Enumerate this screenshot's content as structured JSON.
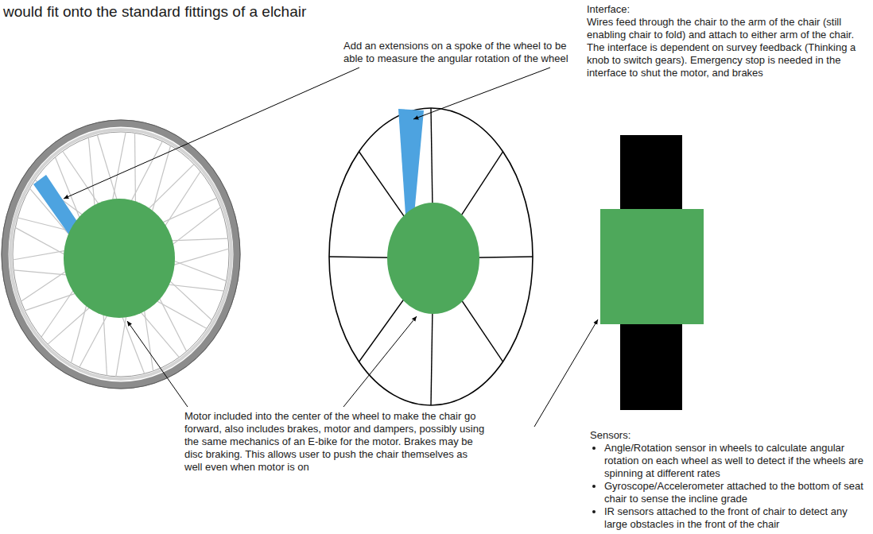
{
  "diagram": {
    "title": "would fit onto the standard fittings of a elchair",
    "labels": [
      "Add an extensions on a spoke of the wheel to be able to measure the angular rotation of the wheel",
      "Motor included into the center of the wheel to make the chair go forward, also includes brakes, motor and dampers, possibly using the same mechanics of an E-bike for the motor. Brakes may be disc braking. This allows user to push the chair themselves as well even when motor is on",
      "Interface:",
      "Wires feed through the chair to the arm of the chair (still enabling chair to fold) and attach to either arm of the chair. The interface is dependent on survey feedback (Thinking a knob to switch gears). Emergency stop is needed in the interface to shut the motor, and brakes",
      "Sensors:",
      "Angle/Rotation sensor in wheels to calculate angular rotation on each wheel as well to detect if the wheels are spinning at different rates",
      "Gyroscope/Accelerometer attached to the bottom of seat chair to sense the incline grade",
      "IR sensors attached to the front of chair to detect any large obstacles in the front of the chair"
    ]
  }
}
